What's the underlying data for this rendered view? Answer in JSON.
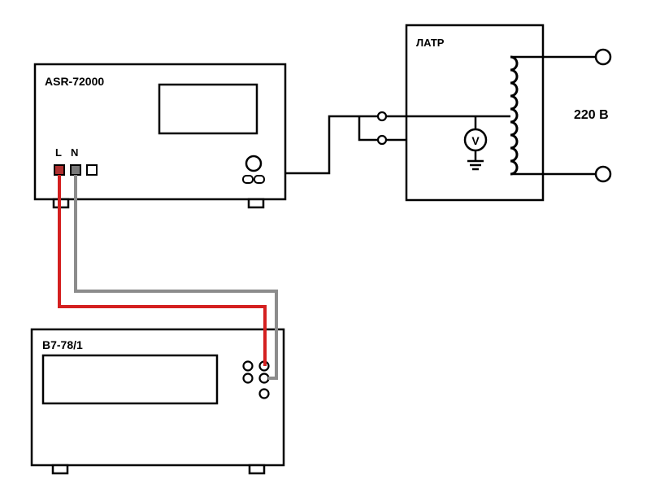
{
  "devices": {
    "source": {
      "name": "ASR-72000",
      "terminal_l": "L",
      "terminal_n": "N"
    },
    "meter": {
      "name": "B7-78/1"
    },
    "autotransformer": {
      "name": "ЛАТР",
      "voltmeter_symbol": "V"
    }
  },
  "mains": {
    "label": "220 В"
  },
  "colors": {
    "outline": "#000000",
    "wire_l": "#d42020",
    "wire_n": "#8c8c8c",
    "terminal_l_fill": "#b03030",
    "terminal_n_fill": "#7a7a7a"
  }
}
